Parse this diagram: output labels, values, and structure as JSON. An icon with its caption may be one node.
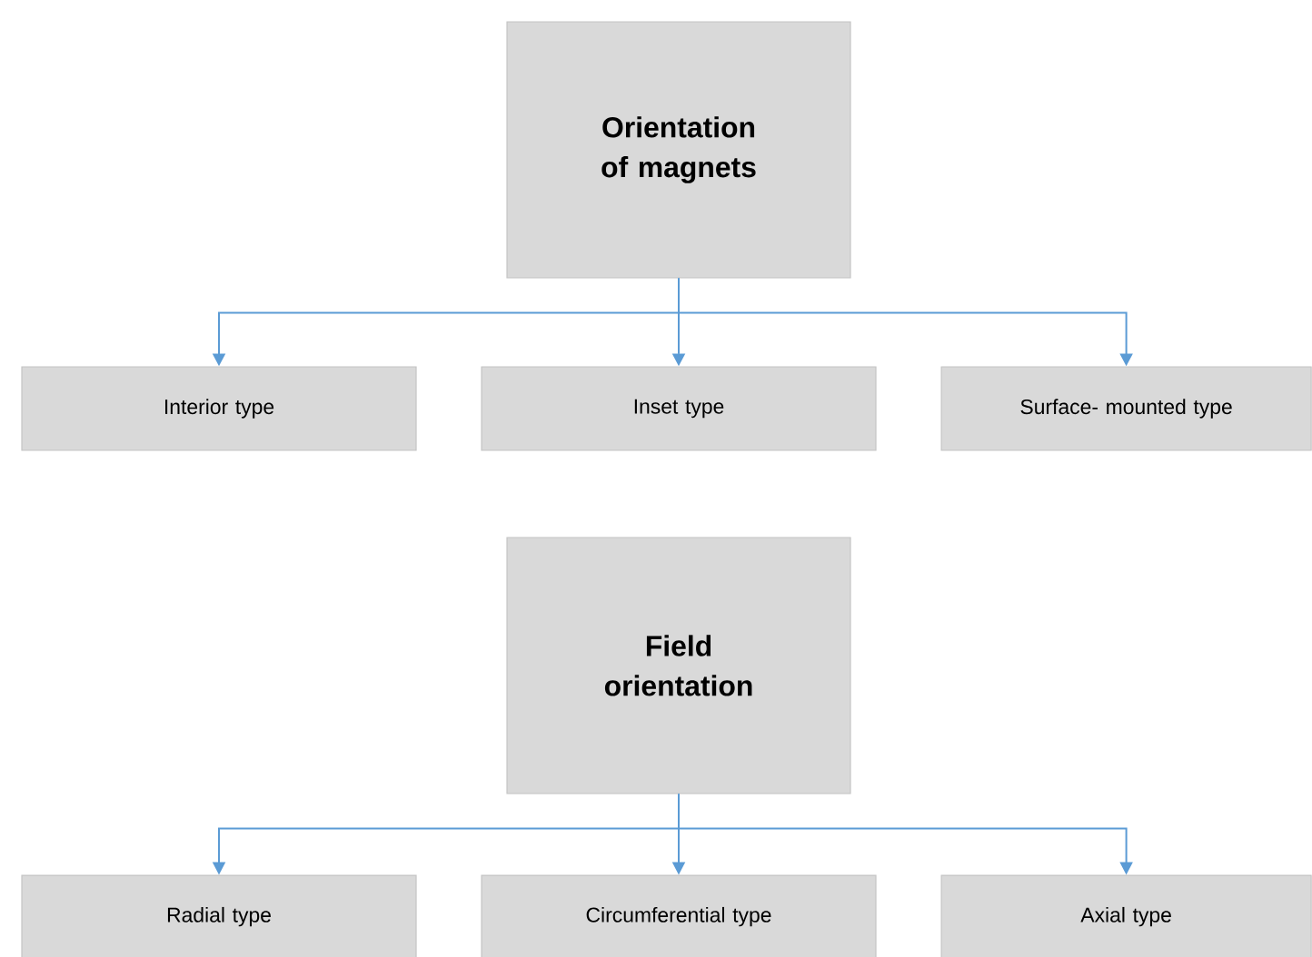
{
  "diagram": {
    "nodes": [
      {
        "text": [
          "Orientation of magnets"
        ]
      },
      {
        "text": [
          "Interior type"
        ]
      },
      {
        "text": [
          "Inset type"
        ]
      },
      {
        "text": [
          "Surface- mounted type"
        ]
      },
      {
        "text": [
          "Field orientation"
        ]
      },
      {
        "text": [
          "Radial type"
        ]
      },
      {
        "text": [
          "Circumferential type"
        ]
      },
      {
        "text": [
          "Axial type"
        ]
      }
    ],
    "edges": [
      {
        "from": 0,
        "to": 1,
        "arrow": "to"
      },
      {
        "from": 0,
        "to": 2,
        "arrow": "to"
      },
      {
        "from": 0,
        "to": 3,
        "arrow": "to"
      },
      {
        "from": 4,
        "to": 5,
        "arrow": "to"
      },
      {
        "from": 4,
        "to": 6,
        "arrow": "to"
      },
      {
        "from": 4,
        "to": 7,
        "arrow": "to"
      }
    ]
  }
}
